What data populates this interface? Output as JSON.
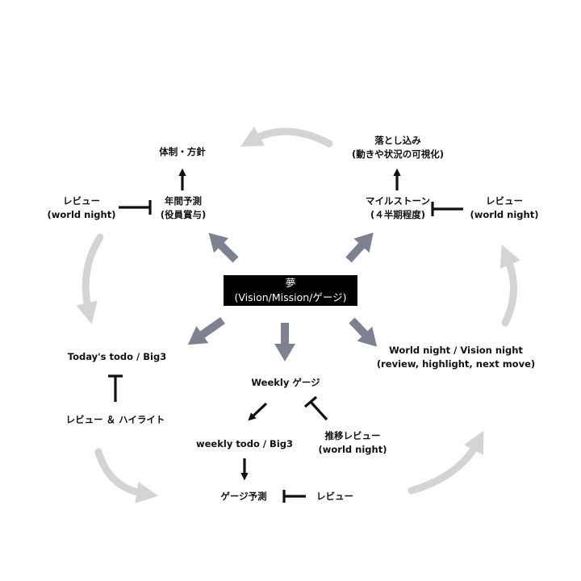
{
  "center": {
    "line1": "夢",
    "line2": "(Vision/Mission/ゲージ)"
  },
  "nodes": {
    "taisei": "体制・方針",
    "nenkan_line1": "年間予測",
    "nenkan_line2": "(役員賞与)",
    "review_left_line1": "レビュー",
    "review_left_line2": "(world night)",
    "otoshikomi_line1": "落とし込み",
    "otoshikomi_line2": "(動きや状況の可視化)",
    "milestone_line1": "マイルストーン",
    "milestone_line2": "(４半期程度)",
    "review_right_line1": "レビュー",
    "review_right_line2": "(world night)",
    "today_todo": "Today's todo / Big3",
    "review_highlight": "レビュー ＆ ハイライト",
    "weekly_gauge": "Weekly ゲージ",
    "weekly_todo": "weekly todo / Big3",
    "suii_line1": "推移レビュー",
    "suii_line2": "(world night)",
    "gauge_yosoku": "ゲージ予測",
    "review_bottom": "レビュー",
    "world_night_line1": "World night / Vision night",
    "world_night_line2": "(review, highlight, next move)"
  },
  "colors": {
    "cycle": "#d4d4d4",
    "spoke": "#7e8290",
    "link": "#111111",
    "center_bg": "#000000"
  }
}
